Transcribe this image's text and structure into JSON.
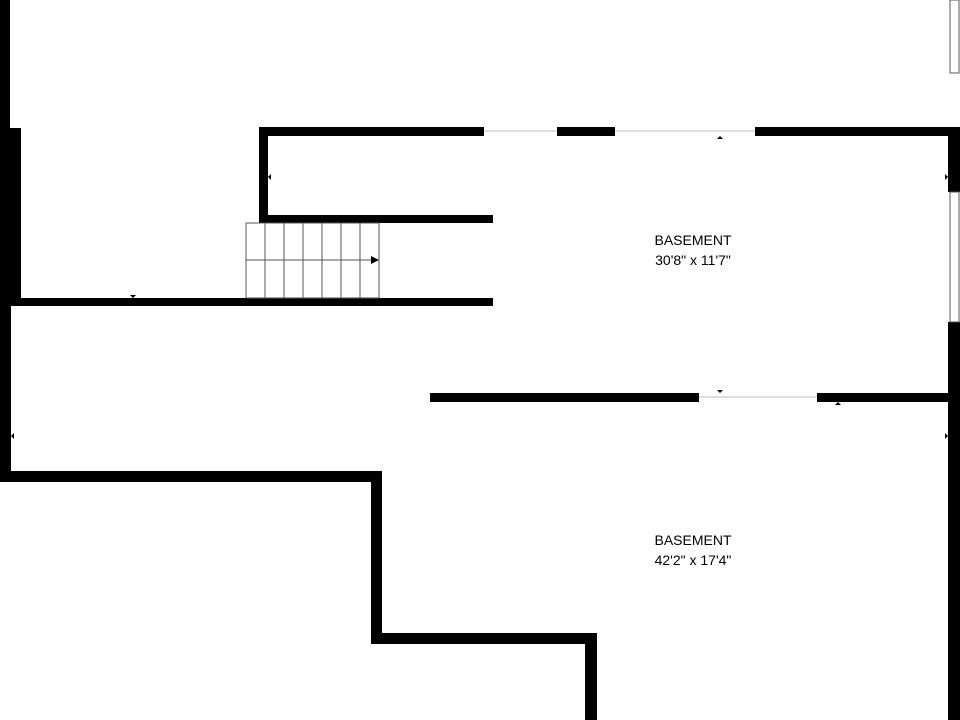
{
  "rooms": [
    {
      "name": "BASEMENT",
      "dimensions": "30'8\" x 11'7\""
    },
    {
      "name": "BASEMENT",
      "dimensions": "42'2\" x 17'4\""
    }
  ],
  "colors": {
    "wall": "#000000",
    "background": "#ffffff",
    "thin_line": "#555555"
  }
}
